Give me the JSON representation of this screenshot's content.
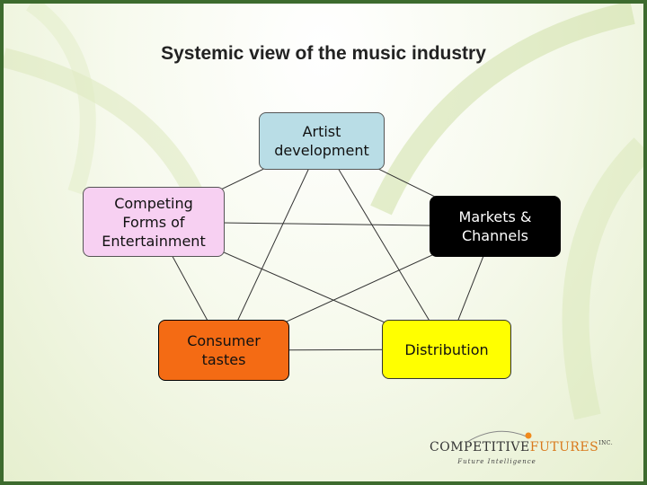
{
  "slide": {
    "title": "Systemic view of the music industry",
    "colors": {
      "border": "#3d6b2e",
      "background_tint": "#e6efcf"
    }
  },
  "diagram": {
    "nodes": [
      {
        "id": "artist",
        "label": "Artist\ndevelopment",
        "fill": "#b9dde6"
      },
      {
        "id": "competing",
        "label": "Competing\nForms of\nEntertainment",
        "fill": "#f7d0f2"
      },
      {
        "id": "markets",
        "label": "Markets &\nChannels",
        "fill": "#000000",
        "text_color": "#ffffff"
      },
      {
        "id": "consumer",
        "label": "Consumer\ntastes",
        "fill": "#f46b14"
      },
      {
        "id": "distribution",
        "label": "Distribution",
        "fill": "#ffff00"
      }
    ],
    "edges": [
      [
        "artist",
        "competing"
      ],
      [
        "artist",
        "markets"
      ],
      [
        "artist",
        "consumer"
      ],
      [
        "artist",
        "distribution"
      ],
      [
        "competing",
        "markets"
      ],
      [
        "competing",
        "consumer"
      ],
      [
        "competing",
        "distribution"
      ],
      [
        "markets",
        "consumer"
      ],
      [
        "markets",
        "distribution"
      ],
      [
        "consumer",
        "distribution"
      ]
    ]
  },
  "logo": {
    "name_part1": "Competitive",
    "name_part2": "Futures",
    "suffix": "INC.",
    "tagline": "Future Intelligence"
  }
}
